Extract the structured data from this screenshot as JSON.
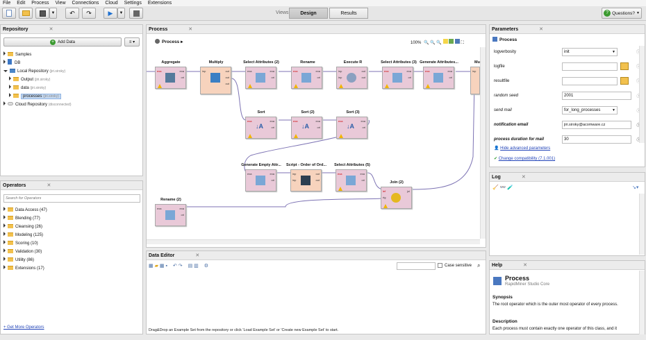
{
  "menu": [
    "File",
    "Edit",
    "Process",
    "View",
    "Connections",
    "Cloud",
    "Settings",
    "Extensions"
  ],
  "views": {
    "label": "Views:",
    "design": "Design",
    "results": "Results"
  },
  "help_button": "Questions?",
  "repository": {
    "title": "Repository",
    "add_data": "Add Data",
    "items": [
      {
        "label": "Samples",
        "note": ""
      },
      {
        "label": "DB",
        "note": ""
      },
      {
        "label": "Local Repository",
        "note": "(jiri.siroky)"
      },
      {
        "label": "Output",
        "note": "(jiri.siroky)"
      },
      {
        "label": "data",
        "note": "(jiri.siroky)"
      },
      {
        "label": "processes",
        "note": "(jiri.siroky)"
      },
      {
        "label": "Cloud Repository",
        "note": "(disconnected)"
      }
    ]
  },
  "operators": {
    "title": "Operators",
    "search_placeholder": "Search for Operators",
    "items": [
      "Data Access (47)",
      "Blending (77)",
      "Cleansing (26)",
      "Modeling (125)",
      "Scoring (10)",
      "Validation (30)",
      "Utility (86)",
      "Extensions (17)"
    ],
    "get_more": "+ Get More Operators"
  },
  "process": {
    "title": "Process",
    "breadcrumb": "Process",
    "zoom": "100%",
    "ops": [
      {
        "label": "Aggregate"
      },
      {
        "label": "Multiply"
      },
      {
        "label": "Select Attributes (2)"
      },
      {
        "label": "Rename"
      },
      {
        "label": "Execute R"
      },
      {
        "label": "Select Attributes (3)"
      },
      {
        "label": "Generate Attributes..."
      },
      {
        "label": "Mu"
      },
      {
        "label": "Sort"
      },
      {
        "label": "Sort (2)"
      },
      {
        "label": "Sort (3)"
      },
      {
        "label": "Generate Empty Attr..."
      },
      {
        "label": "Script - Order of Ord..."
      },
      {
        "label": "Select Attributes (5)"
      },
      {
        "label": "Join (2)"
      },
      {
        "label": "Rename (2)"
      }
    ]
  },
  "data_editor": {
    "title": "Data Editor",
    "case_sensitive": "Case sensitive",
    "status": "Drag&Drop an Example Set from the repository or click 'Load Example Set' or 'Create new Example Set' to start."
  },
  "parameters": {
    "title": "Parameters",
    "section": "Process",
    "rows": [
      {
        "label": "logverbosity",
        "value": "init"
      },
      {
        "label": "logfile",
        "value": ""
      },
      {
        "label": "resultfile",
        "value": ""
      },
      {
        "label": "random seed",
        "value": "2001"
      },
      {
        "label": "send mail",
        "value": "for_long_processes"
      },
      {
        "label": "notification email",
        "value": "jiri.siroky@acomware.cz"
      },
      {
        "label": "process duration for mail",
        "value": "30"
      }
    ],
    "hide_advanced": "Hide advanced parameters",
    "change_compat": "Change compatibility (7.1.001)"
  },
  "log": {
    "title": "Log"
  },
  "help": {
    "title": "Help",
    "op_name": "Process",
    "op_sub": "RapidMiner Studio Core",
    "synopsis_h": "Synopsis",
    "synopsis": "The root operator which is the outer most operator of every process.",
    "description_h": "Description",
    "description": "Each process must contain exactly one operator of this class, and it"
  }
}
